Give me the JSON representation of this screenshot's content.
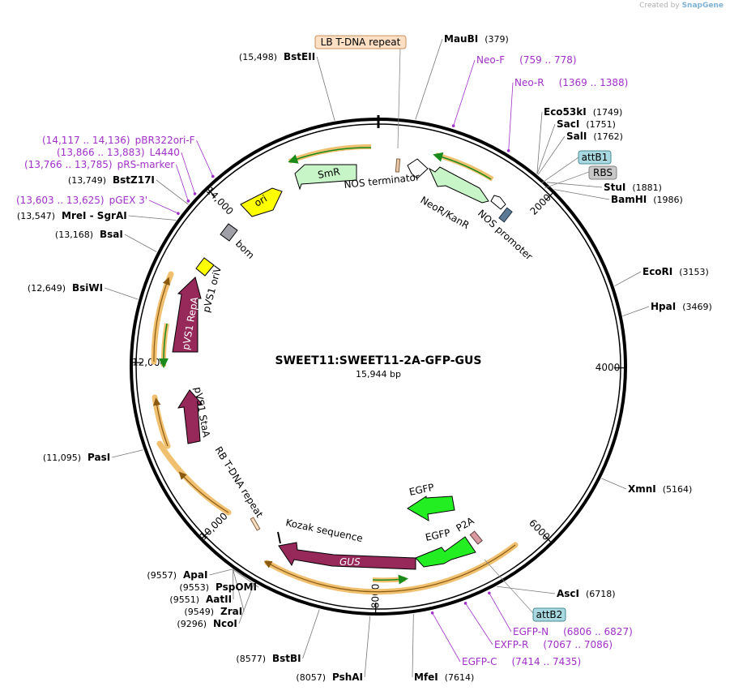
{
  "credit": {
    "prefix": "Created by",
    "brand": "SnapGene"
  },
  "plasmid": {
    "name": "SWEET11:SWEET11-2A-GFP-GUS",
    "size_label": "15,944 bp",
    "length": 15944
  },
  "ticks": [
    {
      "pos": 2000,
      "label": "2000"
    },
    {
      "pos": 4000,
      "label": "4000"
    },
    {
      "pos": 6000,
      "label": "6000"
    },
    {
      "pos": 8000,
      "label": "8000"
    },
    {
      "pos": 10000,
      "label": "10,000"
    },
    {
      "pos": 12000,
      "label": "12,000"
    },
    {
      "pos": 14000,
      "label": "14,000"
    }
  ],
  "sites": [
    {
      "name": "MauBI",
      "pos_label": "(379)",
      "pos": 379
    },
    {
      "name": "Eco53kI",
      "pos_label": "(1749)",
      "pos": 1749
    },
    {
      "name": "SacI",
      "pos_label": "(1751)",
      "pos": 1751
    },
    {
      "name": "SalI",
      "pos_label": "(1762)",
      "pos": 1762
    },
    {
      "name": "StuI",
      "pos_label": "(1881)",
      "pos": 1881
    },
    {
      "name": "BamHI",
      "pos_label": "(1986)",
      "pos": 1986
    },
    {
      "name": "EcoRI",
      "pos_label": "(3153)",
      "pos": 3153
    },
    {
      "name": "HpaI",
      "pos_label": "(3469)",
      "pos": 3469
    },
    {
      "name": "XmnI",
      "pos_label": "(5164)",
      "pos": 5164
    },
    {
      "name": "AscI",
      "pos_label": "(6718)",
      "pos": 6718
    },
    {
      "name": "MfeI",
      "pos_label": "(7614)",
      "pos": 7614
    },
    {
      "name": "PshAI",
      "pos_label": "(8057)",
      "pos": 8057
    },
    {
      "name": "BstBI",
      "pos_label": "(8577)",
      "pos": 8577
    },
    {
      "name": "NcoI",
      "pos_label": "(9296)",
      "pos": 9296
    },
    {
      "name": "ZraI",
      "pos_label": "(9549)",
      "pos": 9549
    },
    {
      "name": "AatII",
      "pos_label": "(9551)",
      "pos": 9551
    },
    {
      "name": "PspOMI",
      "pos_label": "(9553)",
      "pos": 9553
    },
    {
      "name": "ApaI",
      "pos_label": "(9557)",
      "pos": 9557
    },
    {
      "name": "PasI",
      "pos_label": "(11,095)",
      "pos": 11095
    },
    {
      "name": "BsiWI",
      "pos_label": "(12,649)",
      "pos": 12649
    },
    {
      "name": "BsaI",
      "pos_label": "(13,168)",
      "pos": 13168
    },
    {
      "name": "MreI - SgrAI",
      "pos_label": "(13,547)",
      "pos": 13547
    },
    {
      "name": "BstZ17I",
      "pos_label": "(13,749)",
      "pos": 13749
    },
    {
      "name": "BstEII",
      "pos_label": "(15,498)",
      "pos": 15498
    }
  ],
  "primers": [
    {
      "name": "Neo-F",
      "range": "(759 .. 778)",
      "pos": 768
    },
    {
      "name": "Neo-R",
      "range": "(1369 .. 1388)",
      "pos": 1378
    },
    {
      "name": "EGFP-N",
      "range": "(6806 .. 6827)",
      "pos": 6816
    },
    {
      "name": "EXFP-R",
      "range": "(7067 .. 7086)",
      "pos": 7076
    },
    {
      "name": "EGFP-C",
      "range": "(7414 .. 7435)",
      "pos": 7424
    },
    {
      "name": "pGEX 3'",
      "range": "(13,603 .. 13,625)",
      "pos": 13614
    },
    {
      "name": "pRS-marker",
      "range": "(13,766 .. 13,785)",
      "pos": 13775
    },
    {
      "name": "L4440",
      "range": "(13,866 .. 13,883)",
      "pos": 13874
    },
    {
      "name": "pBR322ori-F",
      "range": "(14,117 .. 14,136)",
      "pos": 14126
    }
  ],
  "boxes": [
    {
      "name": "LB T-DNA repeat",
      "type": "repeat_region",
      "fill": "#fde0c4",
      "stroke": "#c89060"
    },
    {
      "name": "attB1",
      "type": "protein_bind",
      "fill": "#a8d8e0",
      "stroke": "#4a8a96"
    },
    {
      "name": "RBS",
      "type": "rbs",
      "fill": "#c8c8c8",
      "stroke": "#808080"
    },
    {
      "name": "attB2",
      "type": "protein_bind",
      "fill": "#a8d8e0",
      "stroke": "#4a8a96"
    }
  ],
  "features": [
    {
      "name": "NOS terminator",
      "color": "#ffffff"
    },
    {
      "name": "NeoR/KanR",
      "color": "#c8f5c8"
    },
    {
      "name": "NOS promoter",
      "color": "#ffffff"
    },
    {
      "name": "SmR",
      "color": "#c8f5c8"
    },
    {
      "name": "ori",
      "color": "#ffff00"
    },
    {
      "name": "bom",
      "color": "#a0a0a8"
    },
    {
      "name": "pVS1 oriV",
      "color": "#ffff00"
    },
    {
      "name": "pVS1 RepA",
      "color": "#96285a"
    },
    {
      "name": "pVS1 StaA",
      "color": "#96285a"
    },
    {
      "name": "RB T-DNA repeat",
      "color": "#fde0c4"
    },
    {
      "name": "Kozak sequence",
      "color": "#000000"
    },
    {
      "name": "GUS",
      "color": "#96285a"
    },
    {
      "name": "EGFP",
      "color": "#22ee22"
    },
    {
      "name": "EGFP",
      "color": "#22ee22"
    },
    {
      "name": "P2A",
      "color": "#d89aa0"
    }
  ],
  "colors": {
    "backbone": "#000000",
    "primer": "#a030c8",
    "orf_outline": "#f0c070",
    "orf_arrow": "#8a5a10",
    "orf_green": "#1a8a1a"
  }
}
